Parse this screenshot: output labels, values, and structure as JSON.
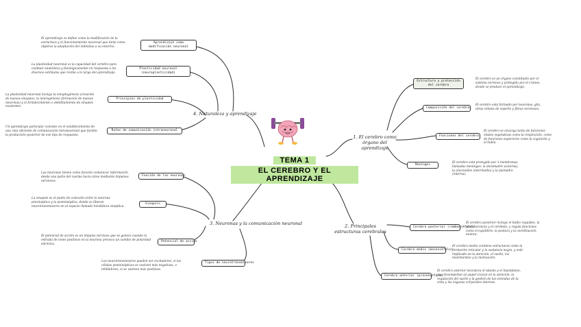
{
  "central": {
    "title1": "TEMA 1",
    "title2": "EL CEREBRO Y EL APRENDIZAJE"
  },
  "branches": {
    "b1": "1. El cerebro como órgano del aprendizaje",
    "b2": "2. Principales estructuras cerebrales",
    "b3": "3. Neuronas y la comunicación neuronal",
    "b4": "4. Naturaleza y aprendizaje"
  },
  "b1_items": [
    {
      "label": "Estructura y protección del cerebro",
      "note": "El cerebro es un órgano constituido por el sistema nervioso y protegido por el cráneo, donde se produce el aprendizaje."
    },
    {
      "label": "Composición del cerebro",
      "note": "El cerebro está formado por neuronas, glía, otras células de soporte y fibras nerviosas."
    },
    {
      "label": "Funciones del cerebro",
      "note": "El cerebro se encarga tanto de funciones vitales vegetativas como la respiración, como de funciones superiores como la cognición y el habla."
    },
    {
      "label": "Meninges",
      "note": "El cerebro está protegido por 3 membranas llamadas meninges: la duramadre (externa), la aracnoides (intermedia) y la piamadre (interna)."
    }
  ],
  "b2_items": [
    {
      "label": "Cerebro posterior (rombencéfalo)",
      "note": "El cerebro posterior incluye el bulbo raquídeo, la protuberancia y el cerebelo, y regula funciones como el equilibrio, la postura y la coordinación motora."
    },
    {
      "label": "Cerebro medio (mesencéfalo)",
      "note": "El cerebro medio contiene estructuras como la formación reticular y la sustancia negra, y está implicado en la atención, el sueño, los movimientos y la motivación."
    },
    {
      "label": "Cerebro anterior (prosencéfalo)",
      "note": "El cerebro anterior incorpora el tálamo y el hipotálamo, que desempeñan un papel crucial en la atención, la regulación del sueño y la gestión de las entradas de la vista y los órganos corporales internos."
    }
  ],
  "b3_items": [
    {
      "label": "Función de las neuronas",
      "note": "Las neuronas tienen como función comunicar información desde una parte del cuerpo hacia otras mediante impulsos nerviosos."
    },
    {
      "label": "Sinapsis",
      "note": "La sinapsis es el punto de conexión entre la neurona presináptica y la postsináptica, donde se liberan neurotransmisores en el espacio llamado hendidura sináptica."
    },
    {
      "label": "Potencial de acción",
      "note": "El potencial de acción es un impulso nervioso que se genera cuando la entrada de iones positivos en la neurona provoca un cambio de polaridad eléctrica."
    },
    {
      "label": "Tipos de neurotransmisores",
      "note": "Los neurotransmisores pueden ser excitadores, si las células postsinápticas se vuelven más negativas, o inhibidores, si se vuelven más positivas."
    }
  ],
  "b4_items": [
    {
      "label": "Aprendizaje como modificación neuronal",
      "note": "El aprendizaje se define como la modificación de la estructura y el funcionamiento neuronal que tiene como objetivo la adaptación del individuo a su entorno."
    },
    {
      "label": "Plasticidad neuronal (neuroplasticidad)",
      "note": "La plasticidad neuronal es la capacidad del cerebro para cambiar anatómica y fisiológicamente en respuesta a los diversos estímulos que recibe a lo largo del aprendizaje."
    },
    {
      "label": "Principios de plasticidad",
      "note": "La plasticidad neuronal incluye la sinaptogénesis (creación de nuevas sinapsis), la neurogénesis (formación de nuevas neuronas) y el fortalecimiento o debilitamiento de sinapsis existentes."
    },
    {
      "label": "Rutas de comunicación intraneuronal",
      "note": "Un aprendizaje particular consiste en el establecimiento de una ruta eficiente de comunicación intraneuronal que facilita la producción posterior de ese tipo de respuesta."
    }
  ],
  "colors": {
    "highlight": "#bfe79e",
    "line": "#2a2a2a",
    "brain": "#f2a5b8",
    "weights": "#8a4a9a"
  }
}
